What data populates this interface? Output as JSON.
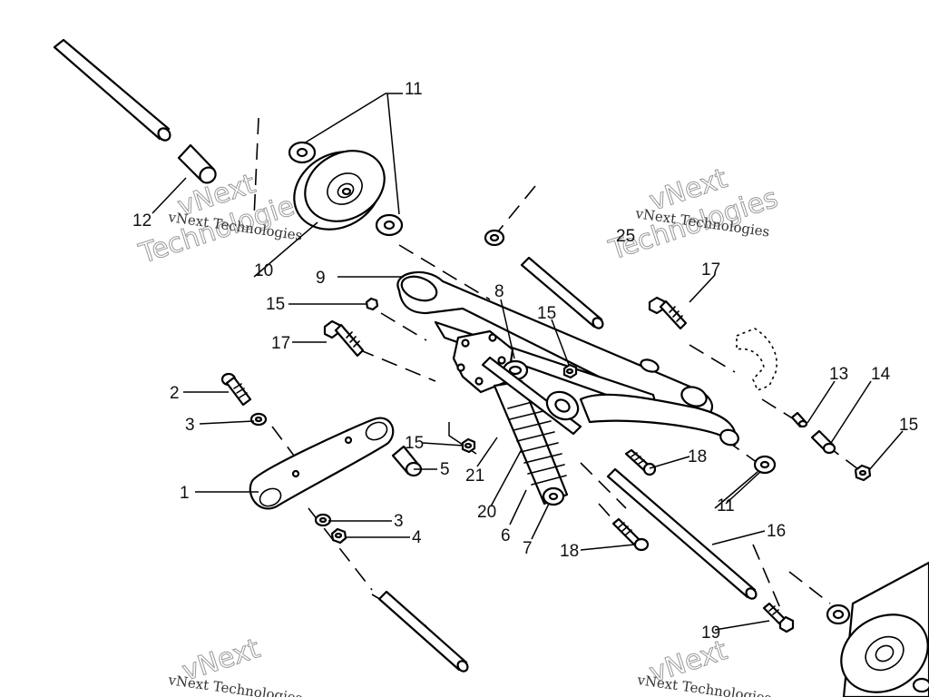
{
  "callouts": {
    "c1": "1",
    "c2": "2",
    "c3a": "3",
    "c3b": "3",
    "c4": "4",
    "c5": "5",
    "c6": "6",
    "c7": "7",
    "c8": "8",
    "c9": "9",
    "c10": "10",
    "c11a": "11",
    "c11b": "11",
    "c12": "12",
    "c13": "13",
    "c14": "14",
    "c15a": "15",
    "c15b": "15",
    "c15c": "15",
    "c15d": "15",
    "c16": "16",
    "c17a": "17",
    "c17b": "17",
    "c18a": "18",
    "c18b": "18",
    "c19": "19",
    "c20": "20",
    "c21": "21",
    "c25": "25"
  },
  "watermark": {
    "text_small": "vNext Technologies",
    "text_vnext": "vNext",
    "text_technologies": "Technologies"
  }
}
